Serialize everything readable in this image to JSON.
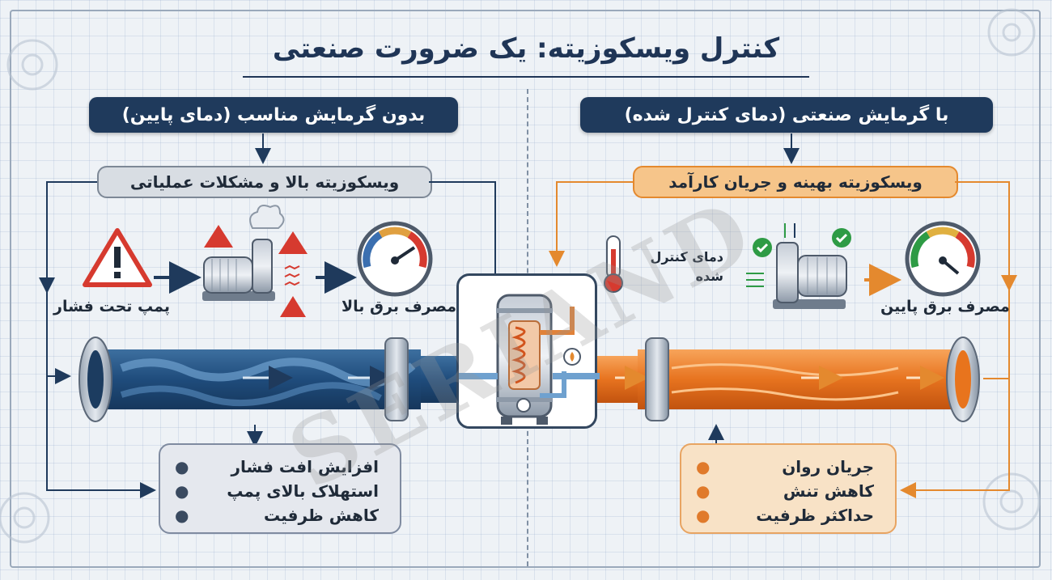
{
  "title": "کنترل ویسکوزیته: یک ضرورت صنعتی",
  "left": {
    "header": "بدون گرمایش مناسب (دمای پایین)",
    "subheader": "ویسکوزیته بالا و مشکلات عملیاتی",
    "pump_label": "پمپ تحت فشار",
    "power_label": "مصرف برق بالا",
    "bullets": [
      "افزایش افت فشار",
      "استهلاک بالای پمپ",
      "کاهش ظرفیت"
    ]
  },
  "right": {
    "header": "با گرمایش صنعتی (دمای کنترل شده)",
    "subheader": "ویسکوزیته بهینه و جریان کارآمد",
    "temp_label": "دمای کنترل شده",
    "power_label": "مصرف برق پایین",
    "bullets": [
      "جریان روان",
      "کاهش تنش",
      "حداکثر ظرفیت"
    ]
  },
  "watermark": "SERIAND",
  "colors": {
    "navy": "#1f3a5c",
    "orange": "#e4892e",
    "red": "#d63a2f",
    "green": "#2e9b45"
  }
}
